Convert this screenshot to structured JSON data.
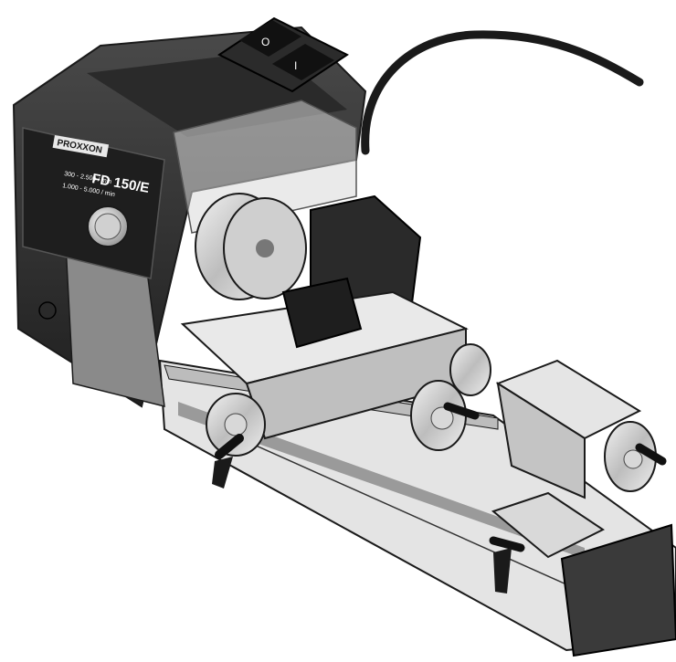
{
  "labels": {
    "brand": "PROXXON",
    "model": "FD 150/E",
    "speed_low": "300 - 2.500 / min",
    "speed_high": "1.000 - 5.000 / min",
    "switch_off": "O",
    "switch_on": "I"
  },
  "colors": {
    "housing_dark": "#3a3a3a",
    "housing_mid": "#8a8a8a",
    "metal_light": "#d4d4d4",
    "bed": "#e6e6e6",
    "outline": "#1a1a1a"
  }
}
